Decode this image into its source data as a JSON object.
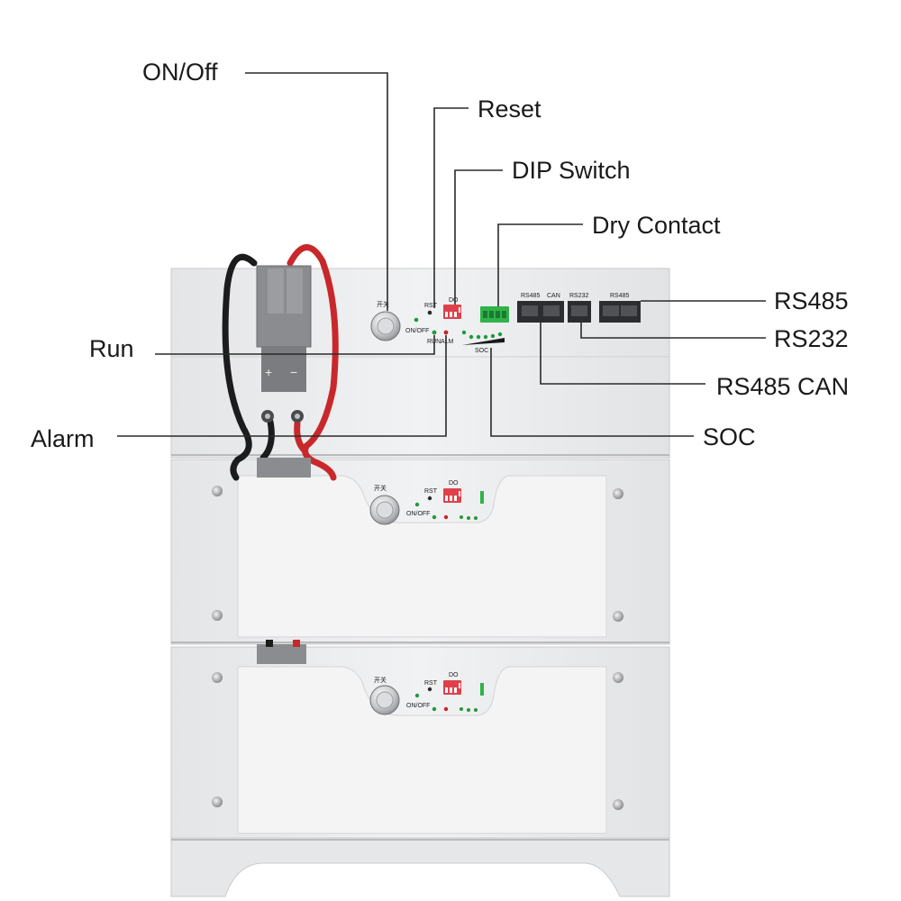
{
  "callouts": {
    "on_off": "ON/Off",
    "reset": "Reset",
    "dip_switch": "DIP Switch",
    "dry_contact": "Dry Contact",
    "rs485": "RS485",
    "rs232": "RS232",
    "rs485_can": "RS485 CAN",
    "soc": "SOC",
    "run": "Run",
    "alarm": "Alarm"
  },
  "panel_labels": {
    "switch_glyph": "开关",
    "rst": "RST",
    "do": "DO",
    "on_off": "ON/OFF",
    "run": "RUN",
    "alm": "ALM",
    "soc": "SOC",
    "port_rs485": "RS485",
    "port_can": "CAN",
    "port_rs232": "RS232",
    "port_rs485_b": "RS485",
    "plus": "+",
    "minus": "−"
  },
  "colors": {
    "cable_red": "#c8282b",
    "cable_black": "#1c1c1c",
    "dip_red": "#e0404a",
    "terminal_green": "#2fb34a",
    "led_green": "#1f9a3a",
    "led_red": "#c0282b"
  }
}
